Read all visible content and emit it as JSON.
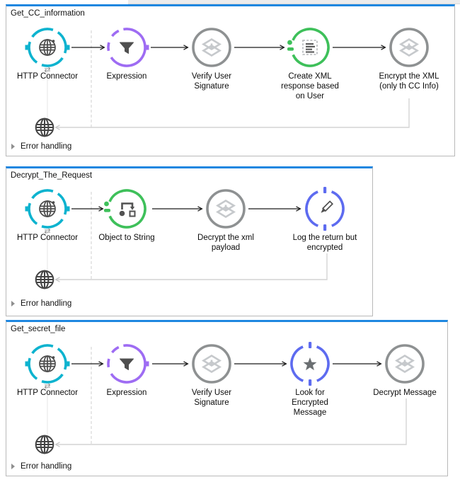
{
  "colors": {
    "http": "#0db3cf",
    "expression": "#9e6cf3",
    "transform_green": "#3ec05a",
    "logger_blue": "#5d6bf0",
    "processor_gray": "#8e9192",
    "processor_icon_gray": "#c6c9cc",
    "icon_dark": "#4f4f4f",
    "flow_top_border": "#1e87e0",
    "return_line": "#d4d4d4"
  },
  "icons": {
    "exchange": "⇄"
  },
  "flows": [
    {
      "title": "Get_CC_information",
      "error_handling": "Error handling",
      "nodes": [
        {
          "label": "HTTP Connector"
        },
        {
          "label": "Expression"
        },
        {
          "label": "Verify User\nSignature"
        },
        {
          "label": "Create XML\nresponse based\non User"
        },
        {
          "label": "Encrypt the XML\n(only th CC Info)"
        }
      ]
    },
    {
      "title": "Decrypt_The_Request",
      "error_handling": "Error handling",
      "nodes": [
        {
          "label": "HTTP Connector"
        },
        {
          "label": "Object to String"
        },
        {
          "label": "Decrypt the xml\npayload"
        },
        {
          "label": "Log the return but\nencrypted"
        }
      ]
    },
    {
      "title": "Get_secret_file",
      "error_handling": "Error handling",
      "nodes": [
        {
          "label": "HTTP Connector"
        },
        {
          "label": "Expression"
        },
        {
          "label": "Verify User\nSignature"
        },
        {
          "label": "Look for\nEncrypted\nMessage"
        },
        {
          "label": "Decrypt Message"
        }
      ]
    }
  ]
}
